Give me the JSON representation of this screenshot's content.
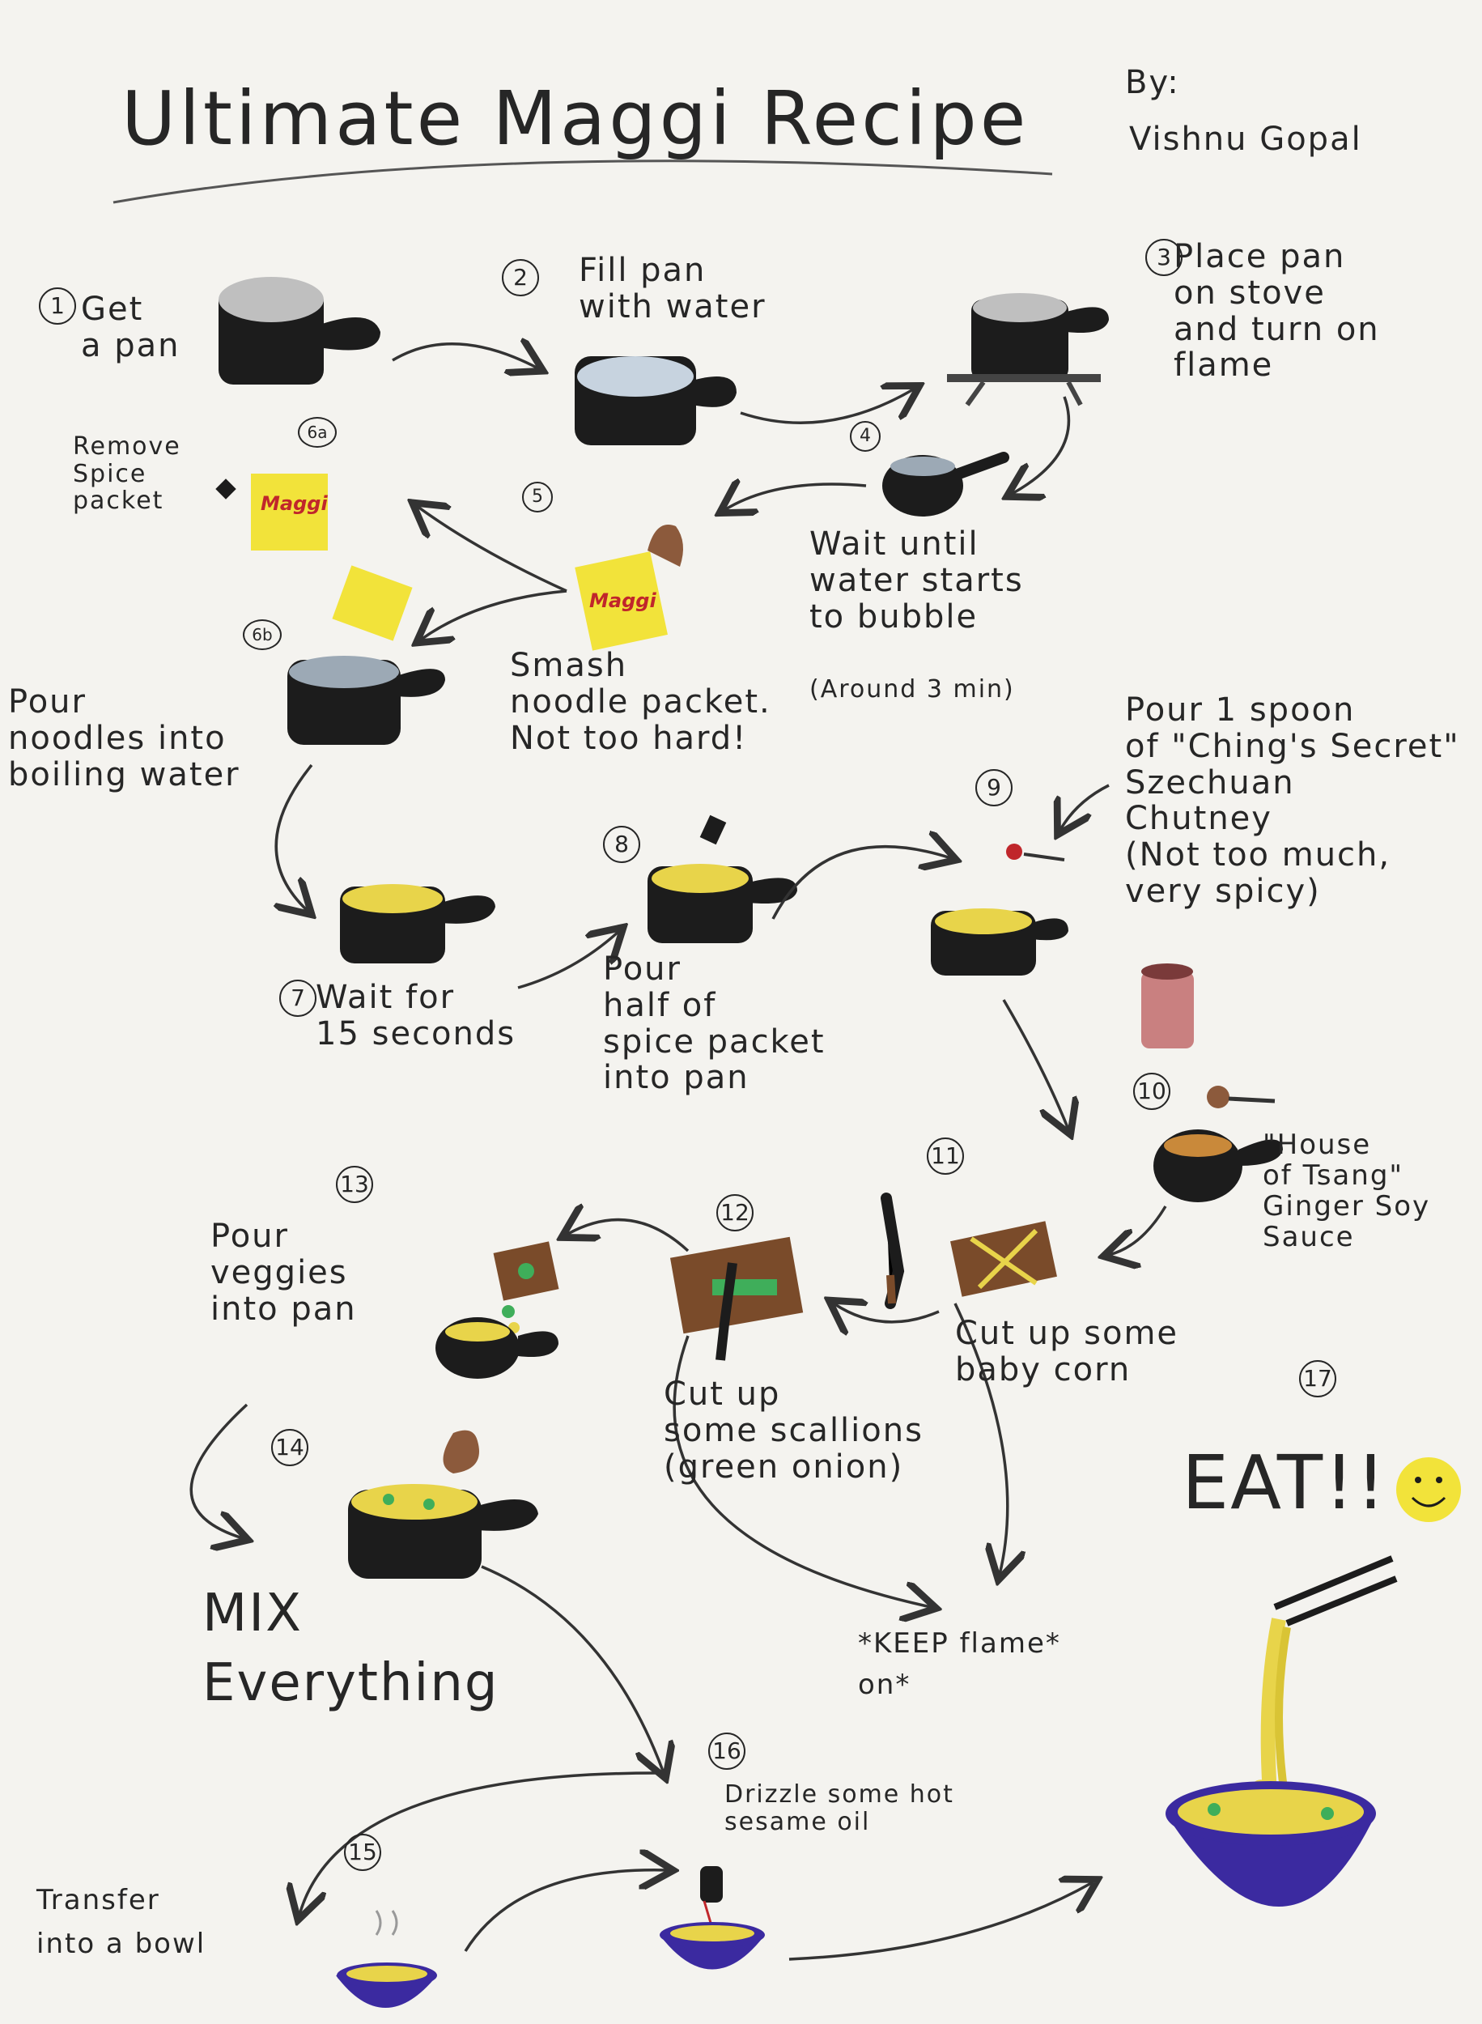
{
  "title": "Ultimate Maggi Recipe",
  "byline": {
    "by": "By:",
    "name": "Vishnu Gopal"
  },
  "steps": [
    {
      "num": "1",
      "text": "Get\na pan"
    },
    {
      "num": "2",
      "text": "Fill pan\nwith water"
    },
    {
      "num": "3",
      "text": "Place pan\non stove\nand turn on\nflame"
    },
    {
      "num": "4",
      "text": "Wait until\nwater starts\nto bubble",
      "note": "(Around 3 min)"
    },
    {
      "num": "5",
      "text": "Smash\nnoodle packet.\nNot too hard!"
    },
    {
      "num": "6a",
      "text": "Remove\nSpice\npacket"
    },
    {
      "num": "6b",
      "text": "Pour\nnoodles into\nboiling water"
    },
    {
      "num": "7",
      "text": "Wait for\n15 seconds"
    },
    {
      "num": "8",
      "text": "Pour\nhalf of\nspice packet\ninto pan"
    },
    {
      "num": "9",
      "text": "Pour 1 spoon\nof \"Ching's Secret\"\nSzechuan\nChutney\n(Not too much,\nvery spicy)"
    },
    {
      "num": "10",
      "text": "\"House\nof Tsang\"\nGinger Soy\nSauce"
    },
    {
      "num": "11",
      "text": "Cut up some\nbaby corn"
    },
    {
      "num": "12",
      "text": "Cut up\nsome scallions\n(green onion)"
    },
    {
      "num": "13",
      "text": "Pour\nveggies\ninto pan"
    },
    {
      "num": "14",
      "text": "MIX\nEverything"
    },
    {
      "num": "15",
      "text": "Transfer\ninto a bowl"
    },
    {
      "num": "16",
      "text": "Drizzle some hot\nsesame oil"
    },
    {
      "num": "17",
      "text": "EAT!!"
    }
  ],
  "keep_flame": "*KEEP flame*\non*",
  "packet_brand": "Maggi",
  "colors": {
    "paper": "#f4f3ef",
    "ink": "#262626",
    "packet": "#f2e33a",
    "bowl": "#3b2aa0",
    "pan": "#1c1c1c"
  }
}
